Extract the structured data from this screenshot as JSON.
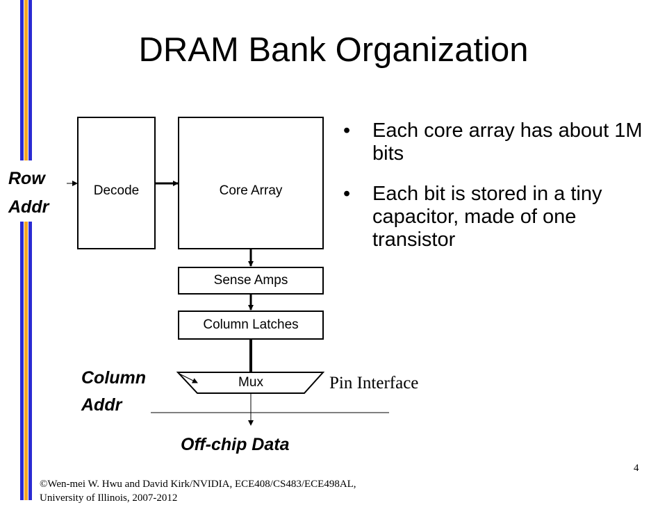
{
  "slide": {
    "title": "DRAM Bank Organization",
    "page_number": "4",
    "footer_line1": "©Wen-mei W. Hwu and David Kirk/NVIDIA, ECE408/CS483/ECE498AL,",
    "footer_line2": "University of Illinois, 2007-2012"
  },
  "diagram": {
    "decode": "Decode",
    "core_array": "Core Array",
    "sense_amps": "Sense Amps",
    "column_latches": "Column Latches",
    "mux": "Mux",
    "row_addr_1": "Row",
    "row_addr_2": "Addr",
    "column_addr_1": "Column",
    "column_addr_2": "Addr",
    "off_chip_data": "Off-chip Data",
    "pin_interface": "Pin Interface"
  },
  "bullets": {
    "items": [
      {
        "mark": "•",
        "text": "Each core array has about 1M bits"
      },
      {
        "mark": "•",
        "text": "Each bit is stored in a tiny capacitor, made of one transistor"
      }
    ]
  },
  "colors": {
    "accent_blue": "#2b2bd2",
    "accent_orange": "#f5a623"
  }
}
